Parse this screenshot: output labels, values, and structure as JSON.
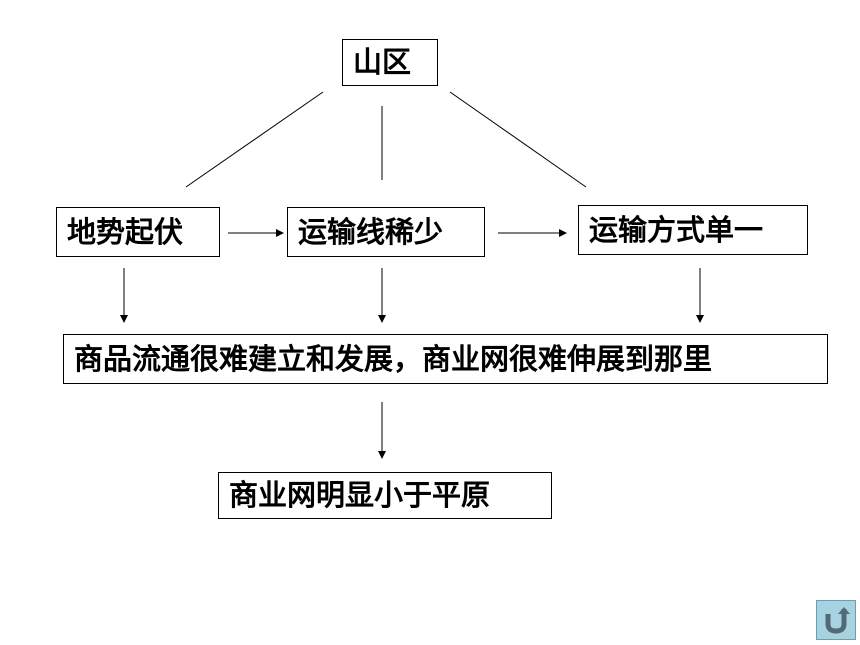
{
  "nodes": {
    "mountain": "山区",
    "terrain": "地势起伏",
    "transport_lines": "运输线稀少",
    "transport_mode": "运输方式单一",
    "commerce": "商品流通很难建立和发展，商业网很难伸展到那里",
    "result": "商业网明显小于平原"
  },
  "nav": {
    "icon": "return-arrow-icon"
  }
}
